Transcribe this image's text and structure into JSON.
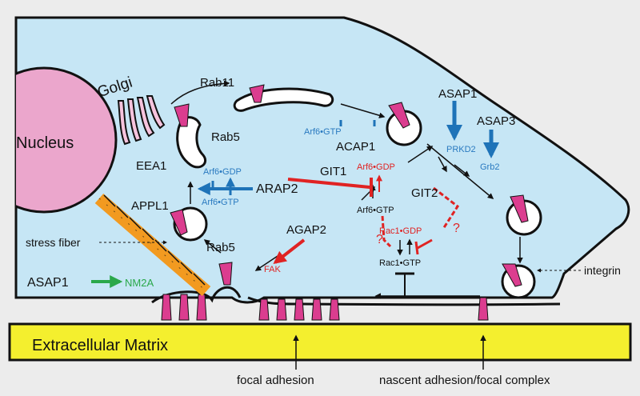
{
  "colors": {
    "background": "#ececec",
    "cell": "#c6e6f5",
    "nucleus": "#eba6cc",
    "integrin": "#db3d8f",
    "matrix": "#f4ef2e",
    "regulator_blue": "#1e73b8",
    "inhibitor_red": "#e02323",
    "activator_green": "#2aa84a",
    "stress_fiber": "#f29a20"
  },
  "labels": {
    "nucleus": "Nucleus",
    "golgi": "Golgi",
    "rab11": "Rab11",
    "rab5_top": "Rab5",
    "eea1": "EEA1",
    "appl1": "APPL1",
    "rab5_bottom": "Rab5",
    "stress_fiber": "stress fiber",
    "asap1_left": "ASAP1",
    "nm2a": "NM2A",
    "arap2": "ARAP2",
    "arf6_gdp_left": "Arf6•GDP",
    "arf6_gtp_left": "Arf6•GTP",
    "arf6_gtp_top": "Arf6•GTP",
    "acap1": "ACAP1",
    "git1": "GIT1",
    "arf6_gdp_center": "Arf6•GDP",
    "arf6_gtp_center": "Arf6•GTP",
    "agap2": "AGAP2",
    "fak": "FAK",
    "asap1_right": "ASAP1",
    "asap3": "ASAP3",
    "prkd2": "PRKD2",
    "grb2": "Grb2",
    "git2": "GIT2",
    "rac1_gdp": "Rac1•GDP",
    "rac1_gtp": "Rac1•GTP",
    "question_left": "?",
    "question_right": "?",
    "integrin": "integrin",
    "extracellular_matrix": "Extracellular Matrix",
    "focal_adhesion": "focal adhesion",
    "nascent_adhesion": "nascent adhesion/focal complex"
  }
}
